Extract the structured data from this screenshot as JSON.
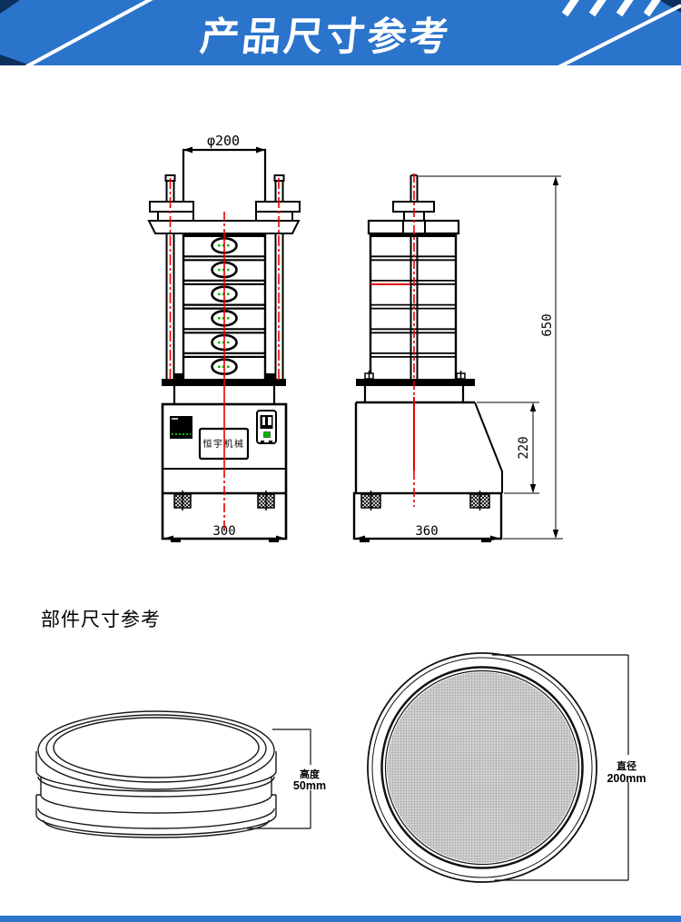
{
  "header": {
    "title": "产品尺寸参考"
  },
  "section": {
    "subtitle": "部件尺寸参考"
  },
  "drawing": {
    "front_view": {
      "diameter_label": "φ200",
      "base_width_label": "300",
      "nameplate": "恒宇机械"
    },
    "side_view": {
      "total_height_label": "650",
      "base_height_label": "220",
      "base_width_label": "360"
    }
  },
  "components": {
    "ring": {
      "dim_name": "高度",
      "dim_value": "50mm"
    },
    "mesh": {
      "dim_name": "直径",
      "dim_value": "200mm"
    }
  },
  "colors": {
    "banner_blue": "#2b74cb",
    "banner_dark_navy": "#0d2f5e",
    "stripe_white": "#ffffff",
    "line_black": "#000000",
    "centerline_red": "#e60000",
    "accent_green": "#00b800",
    "mesh_gray": "#d2d2d2"
  }
}
